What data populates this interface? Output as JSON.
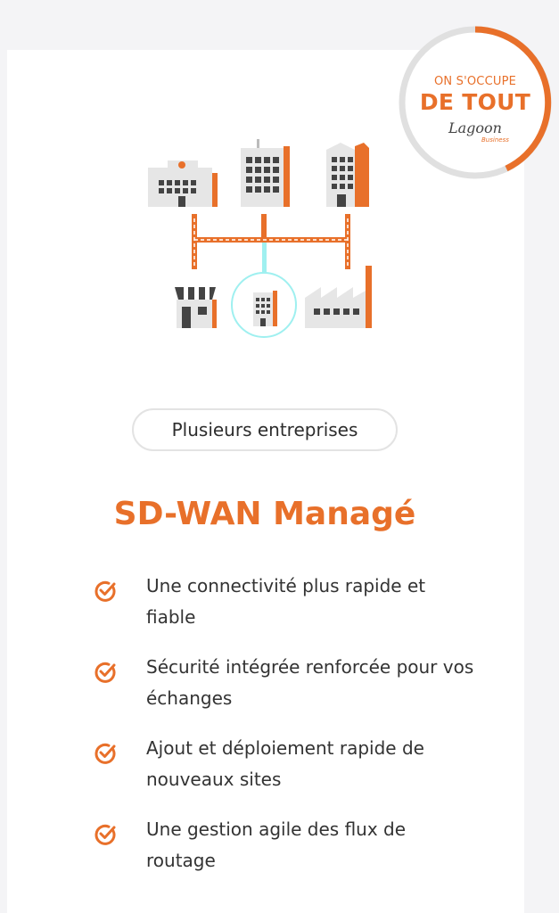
{
  "badge": {
    "line1": "ON S'OCCUPE",
    "line2": "DE TOUT",
    "logo": "Lagoon",
    "logo_sub": "Business"
  },
  "illustration": {
    "icon": "network-buildings-illustration"
  },
  "pill": {
    "label": "Plusieurs entreprises"
  },
  "title": "SD-WAN Managé",
  "features": [
    {
      "icon": "check-circle-icon",
      "text": "Une connectivité plus rapide et fiable"
    },
    {
      "icon": "check-circle-icon",
      "text": "Sécurité intégrée renforcée pour vos échanges"
    },
    {
      "icon": "check-circle-icon",
      "text": "Ajout et déploiement rapide de nouveaux sites"
    },
    {
      "icon": "check-circle-icon",
      "text": "Une gestion agile des flux de routage"
    }
  ],
  "colors": {
    "accent": "#e8702a",
    "cyan": "#9ff0f0",
    "dark": "#333333"
  }
}
